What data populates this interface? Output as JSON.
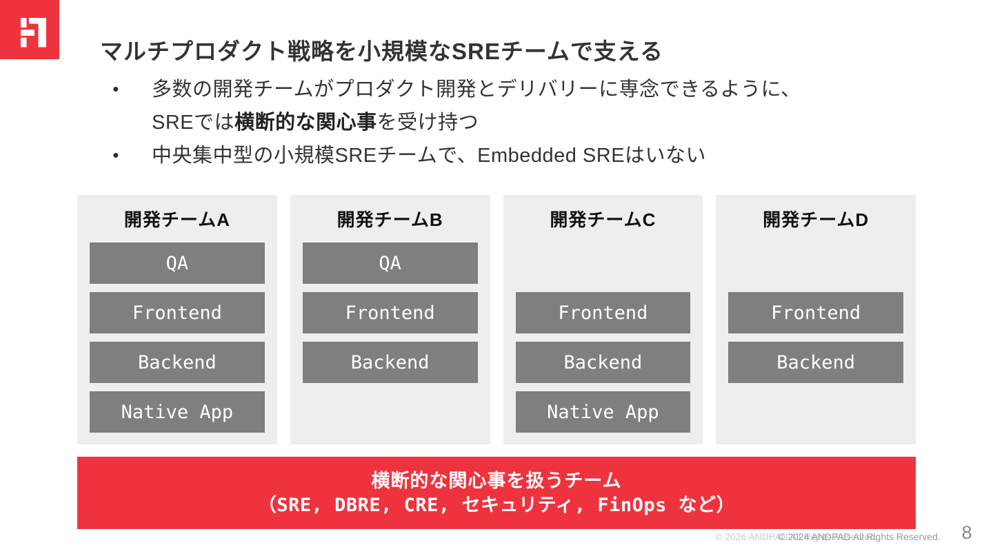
{
  "slide": {
    "title": "マルチプロダクト戦略を小規模なSREチームで支える"
  },
  "logo": {
    "name": "andpad-logo",
    "color": "#ee333e"
  },
  "bullets": {
    "marker": "●",
    "item1": {
      "line1": "多数の開発チームがプロダクト開発とデリバリーに専念できるように、",
      "line2_pre": "SREでは",
      "line2_bold": "横断的な関心事",
      "line2_post": "を受け持つ"
    },
    "item2": "中央集中型の小規模SREチームで、Embedded SREはいない"
  },
  "teams": {
    "panels": [
      {
        "name": "開発チームA",
        "slots": [
          "QA",
          "Frontend",
          "Backend",
          "Native App"
        ]
      },
      {
        "name": "開発チームB",
        "slots": [
          "QA",
          "Frontend",
          "Backend",
          ""
        ]
      },
      {
        "name": "開発チームC",
        "slots": [
          "",
          "Frontend",
          "Backend",
          "Native App"
        ]
      },
      {
        "name": "開発チームD",
        "slots": [
          "",
          "Frontend",
          "Backend",
          ""
        ]
      }
    ]
  },
  "banner": {
    "line1": "横断的な関心事を扱うチーム",
    "line2": "（SRE, DBRE, CRE, セキュリティ, FinOps など）"
  },
  "footer": {
    "copyright_back": "© 2026 ANDPAD All Rights Reserved.",
    "copyright_front": "© 2024 ANDPAD All Rights Reserved.",
    "page_number": "8"
  },
  "colors": {
    "brand_red": "#ee333e",
    "panel_bg": "#eeeeee",
    "box_gray": "#7f7f7f",
    "text_dark": "#333333"
  }
}
